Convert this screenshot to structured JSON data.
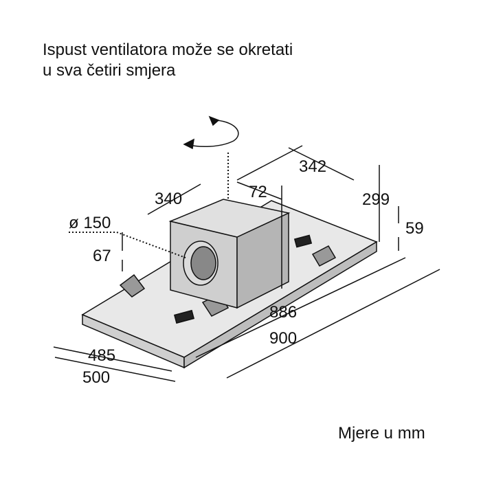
{
  "title": {
    "line1": "Ispust ventilatora može se okretati",
    "line2": "u sva četiri smjera"
  },
  "units_note": "Mjere u mm",
  "dimensions": {
    "box_depth": "342",
    "box_width": "340",
    "box_offset": "72",
    "total_height": "299",
    "panel_height": "59",
    "outlet_diameter": "ø 150",
    "outlet_height": "67",
    "inner_length": "886",
    "outer_length": "900",
    "inner_width": "485",
    "outer_width": "500"
  }
}
